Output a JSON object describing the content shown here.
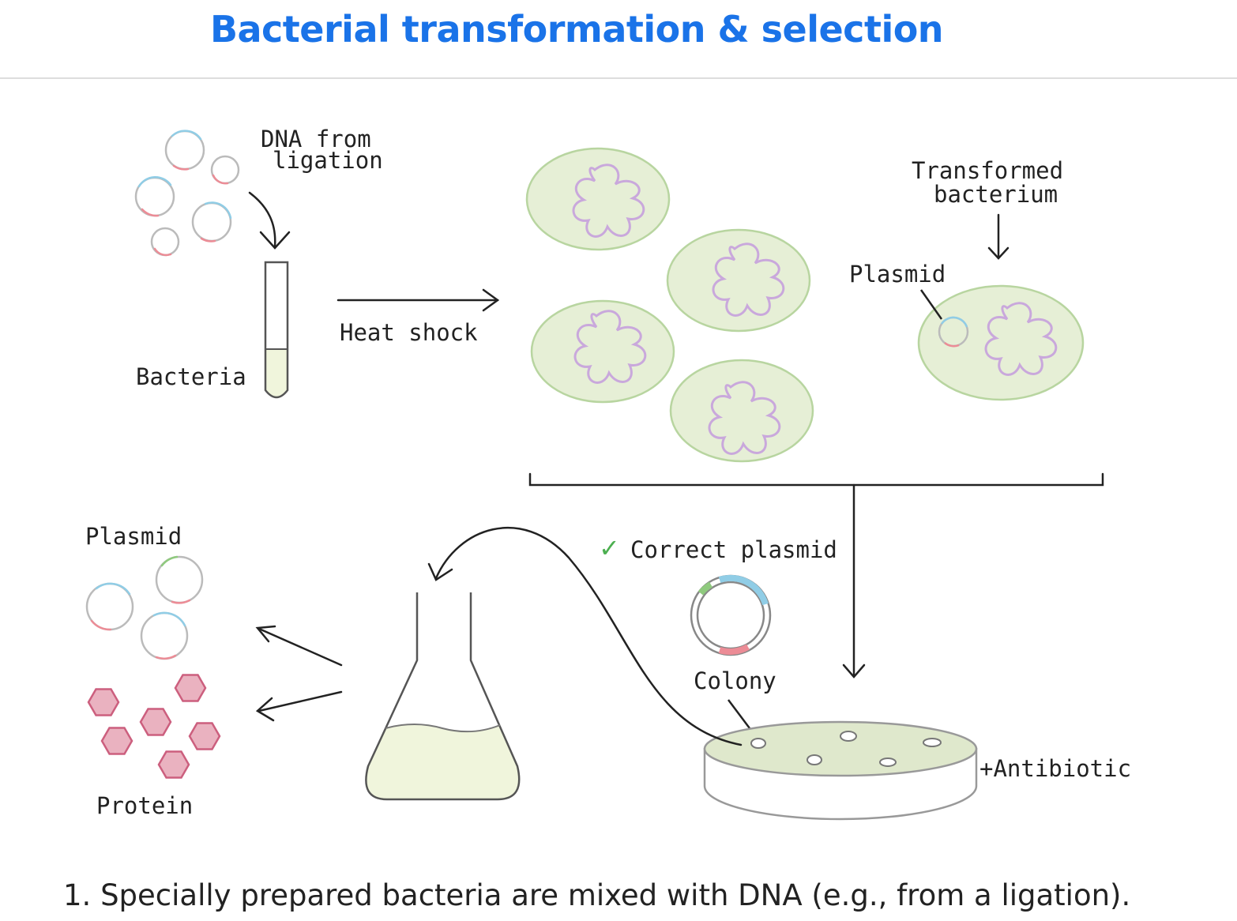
{
  "title": "Bacterial transformation & selection",
  "labels": {
    "dna_line1": "DNA from",
    "dna_line2": "ligation",
    "bacteria": "Bacteria",
    "heat_shock": "Heat shock",
    "transformed_line1": "Transformed",
    "transformed_line2": "bacterium",
    "plasmid_top": "Plasmid",
    "plasmid_bottom": "Plasmid",
    "protein": "Protein",
    "check_mark": "✓",
    "correct_plasmid": "Correct plasmid",
    "colony": "Colony",
    "antibiotic": "+Antibiotic"
  },
  "caption": "1. Specially prepared bacteria are mixed with DNA (e.g., from a ligation).",
  "colors": {
    "title": "#1a73e8",
    "cell_fill": "#e6efd6",
    "cell_stroke": "#b8d5a0",
    "chromosome": "#c9a8dc",
    "plasmid_blue": "#90cde6",
    "plasmid_red": "#ec8c96",
    "plasmid_green": "#8fca7e",
    "protein_fill": "#eab2c0",
    "protein_stroke": "#cc5f7e",
    "medium": "#f0f5dc",
    "check": "#4caf50"
  }
}
